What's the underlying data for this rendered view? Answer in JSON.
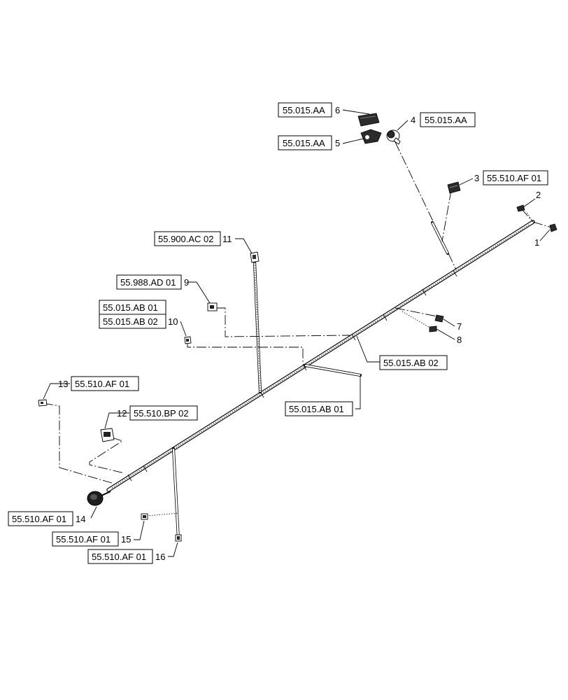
{
  "callouts": [
    {
      "num": "1",
      "ref": ""
    },
    {
      "num": "2",
      "ref": ""
    },
    {
      "num": "3",
      "ref": "55.510.AF 01"
    },
    {
      "num": "4",
      "ref": "55.015.AA"
    },
    {
      "num": "5",
      "ref": "55.015.AA"
    },
    {
      "num": "6",
      "ref": "55.015.AA"
    },
    {
      "num": "7",
      "ref": ""
    },
    {
      "num": "8",
      "ref": ""
    },
    {
      "num": "9",
      "ref": "55.988.AD 01"
    },
    {
      "num": "10",
      "ref": "55.015.AB 01",
      "ref2": "55.015.AB 02"
    },
    {
      "num": "11",
      "ref": "55.900.AC 02"
    },
    {
      "num": "12",
      "ref": "55.510.BP 02"
    },
    {
      "num": "13",
      "ref": "55.510.AF 01"
    },
    {
      "num": "14",
      "ref": "55.510.AF 01"
    },
    {
      "num": "15",
      "ref": "55.510.AF 01"
    },
    {
      "num": "16",
      "ref": "55.510.AF 01"
    }
  ],
  "branch_refs": [
    {
      "ref": "55.015.AB 02"
    },
    {
      "ref": "55.015.AB 01"
    }
  ]
}
